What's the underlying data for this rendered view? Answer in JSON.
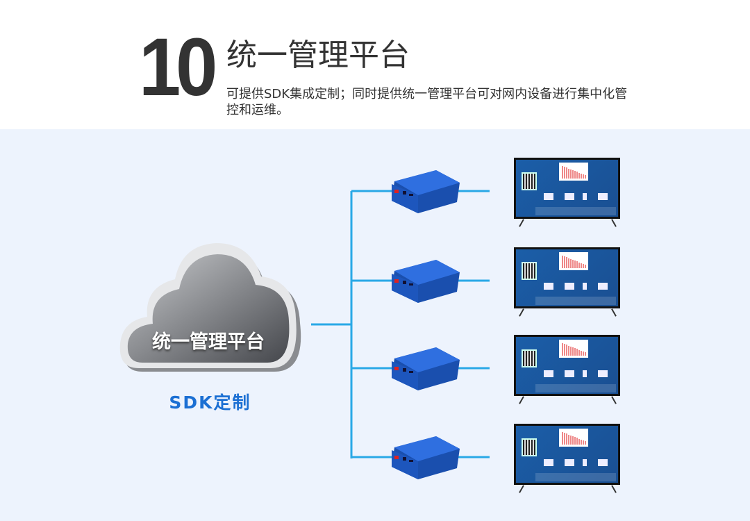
{
  "header": {
    "number": "10",
    "title": "统一管理平台",
    "description": "可提供SDK集成定制；同时提供统一管理平台可对网内设备进行集中化管控和运维。"
  },
  "diagram": {
    "cloud_label": "统一管理平台",
    "sdk_label": "SDK定制",
    "device_count": 4,
    "colors": {
      "line": "#29a8e6",
      "box": "#1f5fc8",
      "sdk": "#1b6fd3",
      "background": "#edf3fd"
    }
  }
}
